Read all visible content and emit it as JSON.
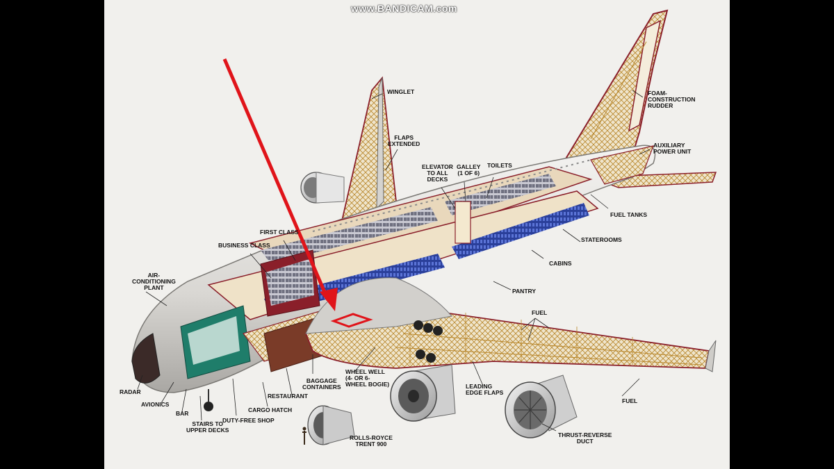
{
  "watermark": "www.BANDICAM.com",
  "labels": {
    "winglet": "WINGLET",
    "foam_rudder": "FOAM-\nCONSTRUCTION\nRUDDER",
    "flaps_extended": "FLAPS\nEXTENDED",
    "auxiliary_power_unit": "AUXILIARY\nPOWER UNIT",
    "elevator": "ELEVATOR\nTO ALL\nDECKS",
    "galley": "GALLEY\n(1 OF 6)",
    "toilets": "TOILETS",
    "fuel_tanks": "FUEL TANKS",
    "first_class": "FIRST CLASS",
    "business_class": "BUSINESS CLASS",
    "staterooms": "STATEROOMS",
    "cabins": "CABINS",
    "air_conditioning": "AIR-\nCONDITIONING\nPLANT",
    "pantry": "PANTRY",
    "fuel_wing": "FUEL",
    "baggage_containers": "BAGGAGE\nCONTAINERS",
    "wheel_well": "WHEEL WELL\n(4- OR 6-\nWHEEL BOGIE)",
    "leading_edge_flaps": "LEADING\nEDGE FLAPS",
    "radar": "RADAR",
    "avionics": "AVIONICS",
    "bar": "BAR",
    "stairs": "STAIRS TO\nUPPER DECKS",
    "duty_free": "DUTY-FREE SHOP",
    "cargo_hatch": "CARGO HATCH",
    "restaurant": "RESTAURANT",
    "rolls_royce": "ROLLS-ROYCE\nTRENT 900",
    "fuel_tail": "FUEL",
    "thrust_reverse": "THRUST-REVERSE\nDUCT"
  },
  "colors": {
    "background": "#f1f0ed",
    "fuselage": "#dcdad6",
    "structure": "#b8862a",
    "seat_blue": "#2a3f9a",
    "accent_red": "#e0141a",
    "dark_red": "#8a1f2a"
  }
}
